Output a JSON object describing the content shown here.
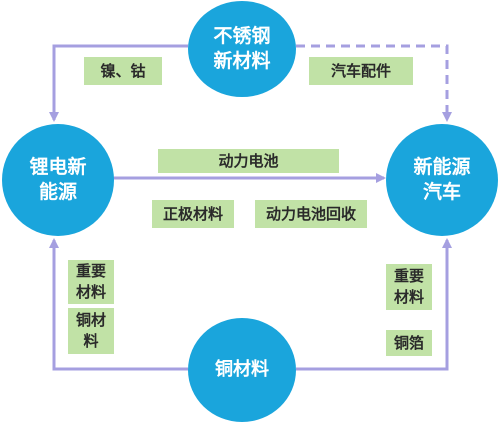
{
  "colors": {
    "node_fill": "#1aa5dc",
    "label_fill": "#c1e2a6",
    "edge_color": "#a59fe0",
    "text_dark": "#2a2a2a",
    "text_light": "#ffffff"
  },
  "nodes": {
    "stainless": "不锈钢\n新材料",
    "lithium": "锂电新\n能源",
    "nev": "新能源\n汽车",
    "copper": "铜材料"
  },
  "labels": {
    "nickel_cobalt": "镍、钴",
    "auto_parts": "汽车配件",
    "power_battery": "动力电池",
    "cathode": "正极材料",
    "battery_recycle": "动力电池回收",
    "key_material_left": "重要\n材料",
    "copper_material": "铜材\n料",
    "key_material_right": "重要\n材料",
    "copper_foil": "铜箔"
  },
  "edges": [
    {
      "from": "stainless",
      "to": "lithium",
      "style": "solid"
    },
    {
      "from": "stainless",
      "to": "nev",
      "style": "dashed"
    },
    {
      "from": "lithium",
      "to": "nev",
      "style": "solid"
    },
    {
      "from": "copper",
      "to": "lithium",
      "style": "solid"
    },
    {
      "from": "copper",
      "to": "nev",
      "style": "solid"
    }
  ]
}
